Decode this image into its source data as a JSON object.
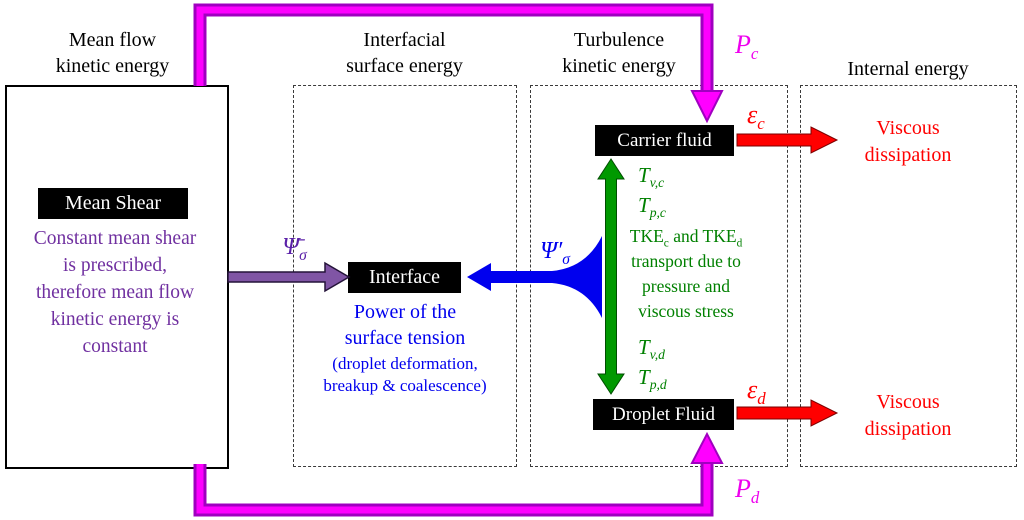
{
  "headers": {
    "mean_flow": "Mean flow\nkinetic energy",
    "interfacial": "Interfacial\nsurface energy",
    "turbulence": "Turbulence\nkinetic energy",
    "internal": "Internal energy"
  },
  "mean_flow_box": {
    "label": "Mean Shear",
    "description": "Constant mean shear\nis prescribed,\ntherefore mean flow\nkinetic energy is\nconstant"
  },
  "interface_box": {
    "label": "Interface",
    "description": "Power of the\nsurface tension",
    "description_note": "(droplet deformation,\nbreakup & coalescence)"
  },
  "turbulence_box": {
    "carrier_label": "Carrier fluid",
    "droplet_label": "Droplet Fluid",
    "t_vc": {
      "base": "T",
      "sub": "v,c"
    },
    "t_pc": {
      "base": "T",
      "sub": "p,c"
    },
    "t_vd": {
      "base": "T",
      "sub": "v,d"
    },
    "t_pd": {
      "base": "T",
      "sub": "p,d"
    },
    "transport_line1": {
      "tke1": "TKE",
      "sub1": "c",
      "and_text": " and ",
      "tke2": "TKE",
      "sub2": "d"
    },
    "transport_rest": "transport due to\npressure and\nviscous stress"
  },
  "flows": {
    "psi_bar": {
      "base": "Ψ̄",
      "sub": "σ"
    },
    "psi_prime": {
      "base": "Ψ′",
      "sub": "σ"
    },
    "p_c": {
      "base": "P",
      "sub": "c"
    },
    "p_d": {
      "base": "P",
      "sub": "d"
    },
    "eps_c": {
      "base": "ε",
      "sub": "c"
    },
    "eps_d": {
      "base": "ε",
      "sub": "d"
    }
  },
  "internal_energy_box": {
    "viscous_dissipation_top": "Viscous\ndissipation",
    "viscous_dissipation_bottom": "Viscous\ndissipation"
  },
  "colors": {
    "purple_text": "#7030A0",
    "violet_label": "#5B21A8",
    "blue": "#0000EE",
    "green": "#008000",
    "red": "#FF0000",
    "magenta": "#FF00FF",
    "magenta_edge": "#A000C0",
    "arrow_purple": "#8055A5"
  }
}
